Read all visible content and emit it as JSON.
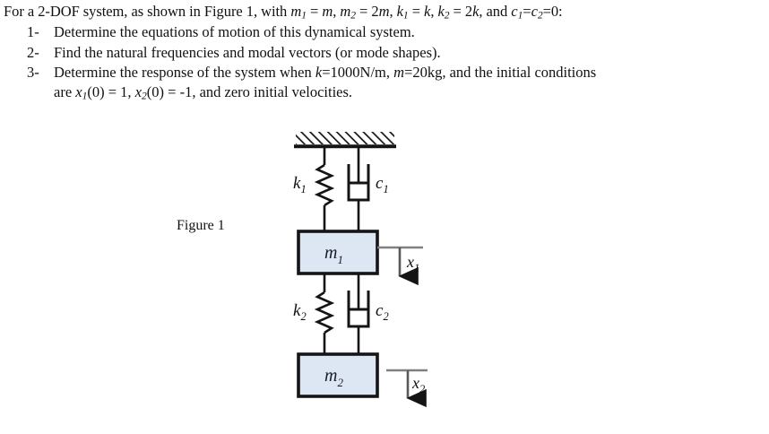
{
  "problem": {
    "intro": {
      "pre": "For a 2-DOF system, as shown in Figure 1, with ",
      "m1": "m",
      "m1_sub": "1",
      "eq1": " = ",
      "m1_val": "m",
      "sep1": ", ",
      "m2": "m",
      "m2_sub": "2",
      "eq2": " = 2",
      "m2_val": "m",
      "sep2": ", ",
      "k1": "k",
      "k1_sub": "1",
      "eq3": " = ",
      "k1_val": "k",
      "sep3": ", ",
      "k2": "k",
      "k2_sub": "2",
      "eq4": " = 2",
      "k2_val": "k",
      "sep4": ", and ",
      "c1": "c",
      "c1_sub": "1",
      "eq5": "=",
      "c2": "c",
      "c2_sub": "2",
      "tail": "=0:"
    },
    "items": [
      {
        "number": "1-",
        "text": "Determine the equations of motion of this dynamical system."
      },
      {
        "number": "2-",
        "text": "Find the natural frequencies and modal vectors (or mode shapes)."
      },
      {
        "number": "3-",
        "text_pre": "Determine the response of the system when ",
        "k_sym": "k",
        "k_eq": "=1000N/m, ",
        "m_sym": "m",
        "m_eq": "=20kg, and the initial conditions",
        "cont_pre": "are ",
        "x1_sym": "x",
        "x1_sub": "1",
        "x1_eq": "(0) = 1, ",
        "x2_sym": "x",
        "x2_sub": "2",
        "x2_eq": "(0) = -1, and zero initial velocities."
      }
    ]
  },
  "figure": {
    "caption": "Figure 1",
    "ceiling": "fixed-support-hatched",
    "spring_top": {
      "symbol": "k",
      "subscript": "1"
    },
    "damper_top": {
      "symbol": "c",
      "subscript": "1"
    },
    "mass_top": {
      "symbol": "m",
      "subscript": "1"
    },
    "displacement_top": {
      "symbol": "x",
      "subscript": "1"
    },
    "spring_bottom": {
      "symbol": "k",
      "subscript": "2"
    },
    "damper_bottom": {
      "symbol": "c",
      "subscript": "2"
    },
    "mass_bottom": {
      "symbol": "m",
      "subscript": "2"
    },
    "displacement_bottom": {
      "symbol": "x",
      "subscript": "2"
    }
  },
  "colors": {
    "mass_fill": "#dce7f3",
    "mass_stroke": "#151515",
    "line": "#151515",
    "reference_line": "#808080",
    "page_background": "#ffffff",
    "text": "#111111"
  }
}
